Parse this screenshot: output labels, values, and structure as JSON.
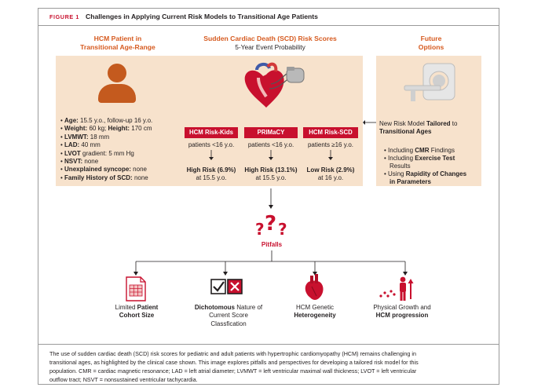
{
  "header": {
    "figure_label": "FIGURE 1",
    "title": "Challenges in Applying Current Risk Models to Transitional Age Patients"
  },
  "left": {
    "title_line1": "HCM Patient in",
    "title_line2": "Transitional Age-Range",
    "facts": [
      {
        "label": "Age:",
        "value": " 15.5 y.o., follow-up 16 y.o."
      },
      {
        "label": "Weight:",
        "value": " 60 kg; ",
        "label2": "Height:",
        "value2": " 170 cm"
      },
      {
        "label": "LVMWT:",
        "value": " 18 mm"
      },
      {
        "label": "LAD:",
        "value": " 40 mm"
      },
      {
        "label": "LVOT",
        "value": " gradient: 5 mm Hg"
      },
      {
        "label": "NSVT:",
        "value": " none"
      },
      {
        "label": "Unexplained syncope:",
        "value": " none"
      },
      {
        "label": "Family History of SCD:",
        "value": " none"
      }
    ]
  },
  "center": {
    "title": "Sudden Cardiac Death (SCD) Risk Scores",
    "subtitle": "5-Year Event Probability",
    "scores": [
      {
        "name": "HCM Risk-Kids",
        "patients": "patients <16 y.o.",
        "risk_bold": "High Risk (6.9%)",
        "risk_age": "at 15.5 y.o."
      },
      {
        "name": "PRIMaCY",
        "patients": "patients <16 y.o.",
        "risk_bold": "High Risk (13.1%)",
        "risk_age": "at 15.5 y.o."
      },
      {
        "name": "HCM Risk-SCD",
        "patients": "patients ≥16 y.o.",
        "risk_bold": "Low Risk (2.9%)",
        "risk_age": "at 16 y.o."
      }
    ]
  },
  "right": {
    "title_line1": "Future",
    "title_line2": "Options",
    "model_pre": "New Risk Model ",
    "model_bold": "Tailored",
    "model_post": " to",
    "model_line2": "Transitional Ages",
    "bullets": [
      {
        "pre": "Including ",
        "bold": "CMR",
        "post": " Findings"
      },
      {
        "pre": "Including ",
        "bold": "Exercise Test",
        "post": ""
      },
      {
        "pre": "Results",
        "bold": "",
        "post": ""
      },
      {
        "pre": "Using ",
        "bold": "Rapidity of Changes",
        "post": ""
      },
      {
        "pre": "",
        "bold": "in Parameters",
        "post": ""
      }
    ]
  },
  "pitfalls": {
    "label": "Pitfalls",
    "items": [
      {
        "l1": "Limited ",
        "l1b": "Patient",
        "l2b": "Cohort Size",
        "l3": ""
      },
      {
        "l1b": "Dichotomous",
        "l1": " Nature of",
        "l2": "Current Score",
        "l3": "Classfication"
      },
      {
        "l1": "HCM Genetic",
        "l2b": "Heterogeneity"
      },
      {
        "l1": "Physical Growth and",
        "l2b": "HCM progression"
      }
    ]
  },
  "caption": {
    "lines": [
      "The use of sudden cardiac death (SCD) risk scores for pediatric and adult patients with hypertrophic cardiomyopathy (HCM) remains challenging in",
      "transitional ages, as highlighted by the clinical case shown. This image explores pitfalls and perspectives for developing a tailored risk model for this",
      "population. CMR = cardiac magnetic resonance; LAD = left atrial diameter; LVMWT = left ventricular maximal wall thickness; LVOT = left ventricular",
      "outflow tract; NSVT = nonsustained ventricular tachycardia."
    ]
  },
  "colors": {
    "accent_red": "#c8102e",
    "accent_orange": "#d65a1f",
    "panel_tan": "#f7e2cc",
    "icon_brown": "#c45a1e"
  },
  "icons": [
    "person-icon",
    "heart-pacemaker-icon",
    "mri-scanner-icon",
    "question-marks-icon",
    "table-document-icon",
    "check-x-boxes-icon",
    "anatomical-heart-icon",
    "growth-figure-icon"
  ]
}
